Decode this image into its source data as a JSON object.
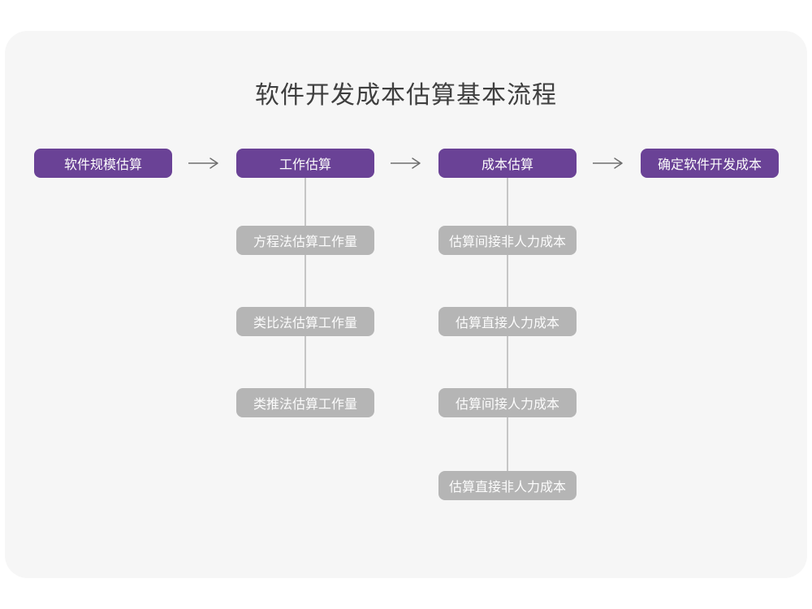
{
  "title": "软件开发成本估算基本流程",
  "colors": {
    "primary": "#6A4296",
    "sub_box": "#B5B5B5",
    "card_bg": "#F6F6F6",
    "connector": "#C6C6C6",
    "arrow": "#6E6E6E",
    "title_color": "#3F3F3F",
    "box_text": "#FCFCFC"
  },
  "flow": {
    "main_nodes": [
      {
        "label": "软件规模估算"
      },
      {
        "label": "工作估算"
      },
      {
        "label": "成本估算"
      },
      {
        "label": "确定软件开发成本"
      }
    ],
    "work_estimation_methods": [
      "方程法估算工作量",
      "类比法估算工作量",
      "类推法估算工作量"
    ],
    "cost_estimation_steps": [
      "估算间接非人力成本",
      "估算直接人力成本",
      "估算间接人力成本",
      "估算直接非人力成本"
    ]
  },
  "icons": {
    "arrow_right": "→"
  }
}
